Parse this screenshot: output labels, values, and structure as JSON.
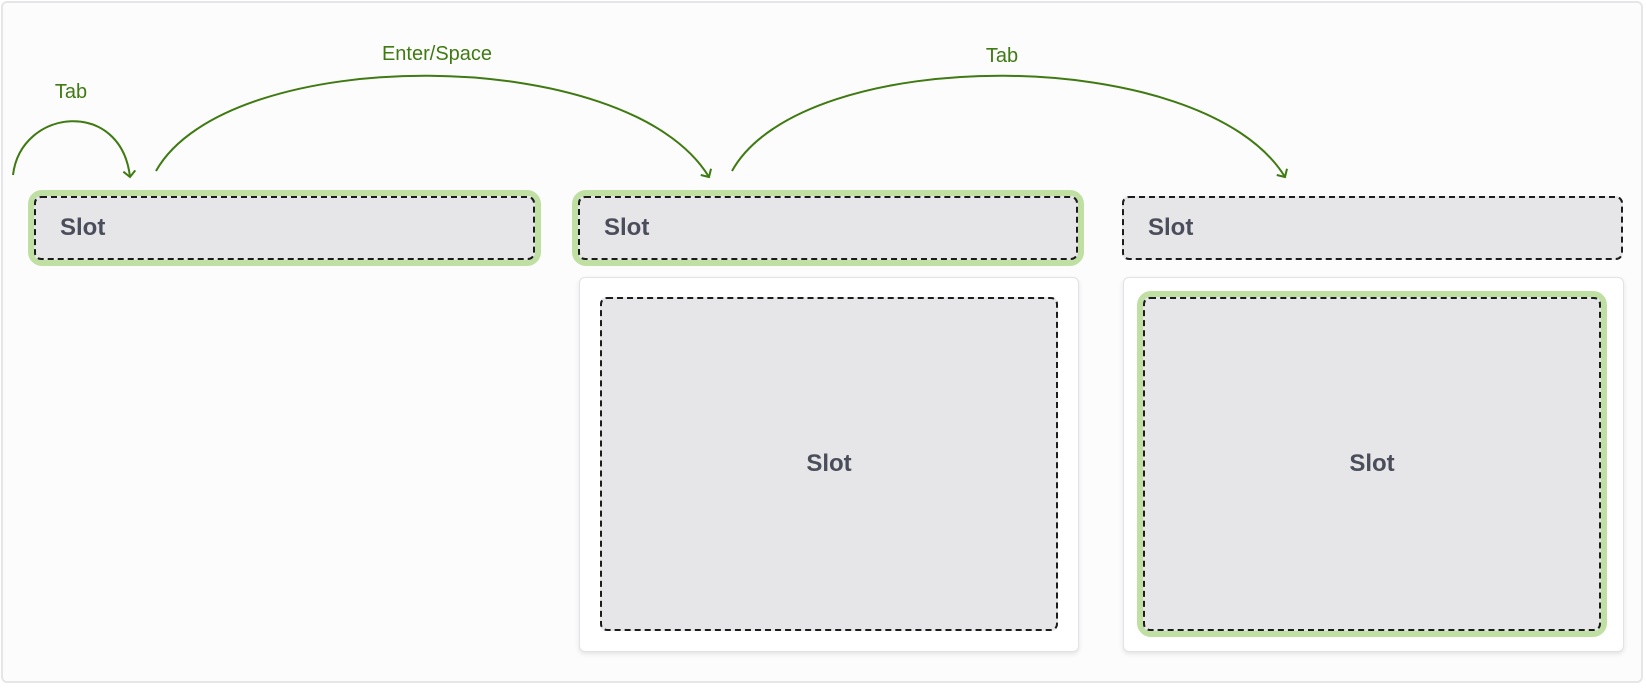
{
  "arrows": {
    "first": "Tab",
    "second": "Enter/Space",
    "third": "Tab"
  },
  "columns": [
    {
      "header_slot": "Slot",
      "content_slot": null,
      "focused": "header"
    },
    {
      "header_slot": "Slot",
      "content_slot": "Slot",
      "focused": "header"
    },
    {
      "header_slot": "Slot",
      "content_slot": "Slot",
      "focused": "content"
    }
  ],
  "colors": {
    "arrow": "#3f7a12",
    "focus_ring": "#bfe0a2",
    "slot_fill": "#e6e6e8",
    "slot_text": "#4a4d5a"
  }
}
